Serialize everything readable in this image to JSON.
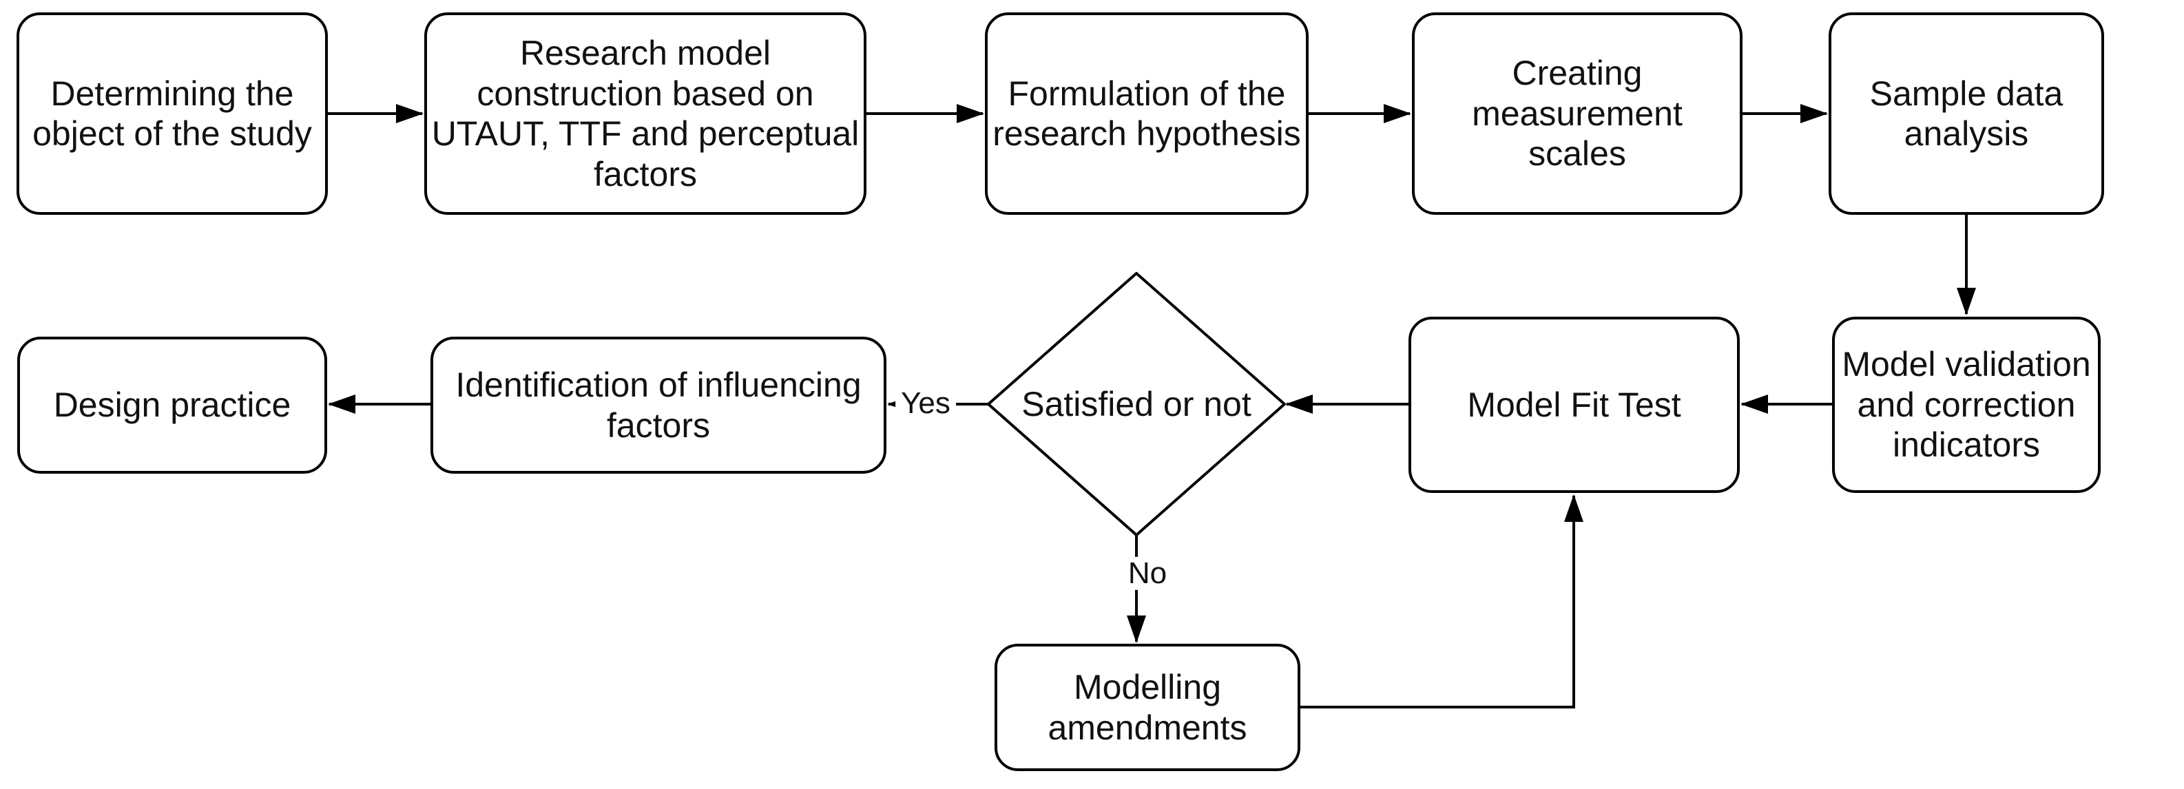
{
  "diagram": {
    "type": "flowchart",
    "colors": {
      "stroke": "#000000",
      "text": "#111111",
      "background": "#ffffff"
    },
    "nodes": {
      "determining": {
        "label": "Determining the\nobject of the study"
      },
      "research_model": {
        "label": "Research model\nconstruction based on\nUTAUT, TTF and perceptual\nfactors"
      },
      "formulation": {
        "label": "Formulation of the\nresearch hypothesis"
      },
      "creating_scales": {
        "label": "Creating\nmeasurement\nscales"
      },
      "sample_data": {
        "label": "Sample data\nanalysis"
      },
      "model_validation": {
        "label": "Model validation\nand correction\nindicators"
      },
      "model_fit": {
        "label": "Model Fit Test"
      },
      "satisfied": {
        "label": "Satisfied or not"
      },
      "identification": {
        "label": "Identification of influencing\nfactors"
      },
      "design_practice": {
        "label": "Design practice"
      },
      "modelling_amendments": {
        "label": "Modelling\namendments"
      }
    },
    "edge_labels": {
      "yes": "Yes",
      "no": "No"
    }
  }
}
